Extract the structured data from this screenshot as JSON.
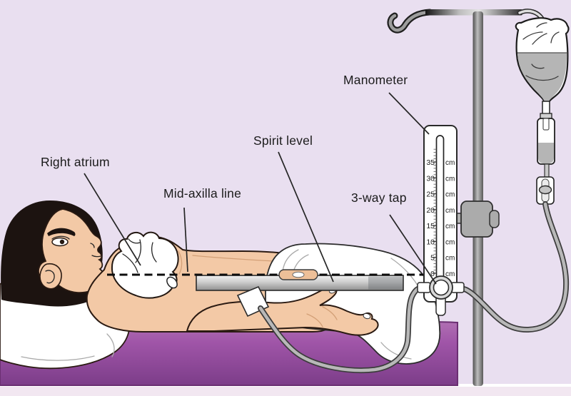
{
  "labels": {
    "manometer": "Manometer",
    "spirit_level": "Spirit level",
    "mid_axilla_line": "Mid-axilla line",
    "right_atrium": "Right atrium",
    "three_way_tap": "3-way tap"
  },
  "manometer": {
    "scale": [
      "35",
      "30",
      "25",
      "20",
      "15",
      "10",
      "5",
      "0"
    ],
    "unit": "cm"
  },
  "colors": {
    "background": "#e9dff0",
    "bed_purple": "#9a51a3",
    "skin": "#f3c9a6",
    "iv_fluid_gray": "#b5b5b5",
    "spirit_vial_tan": "#edbf98",
    "outline_dark": "#2a1a12"
  }
}
